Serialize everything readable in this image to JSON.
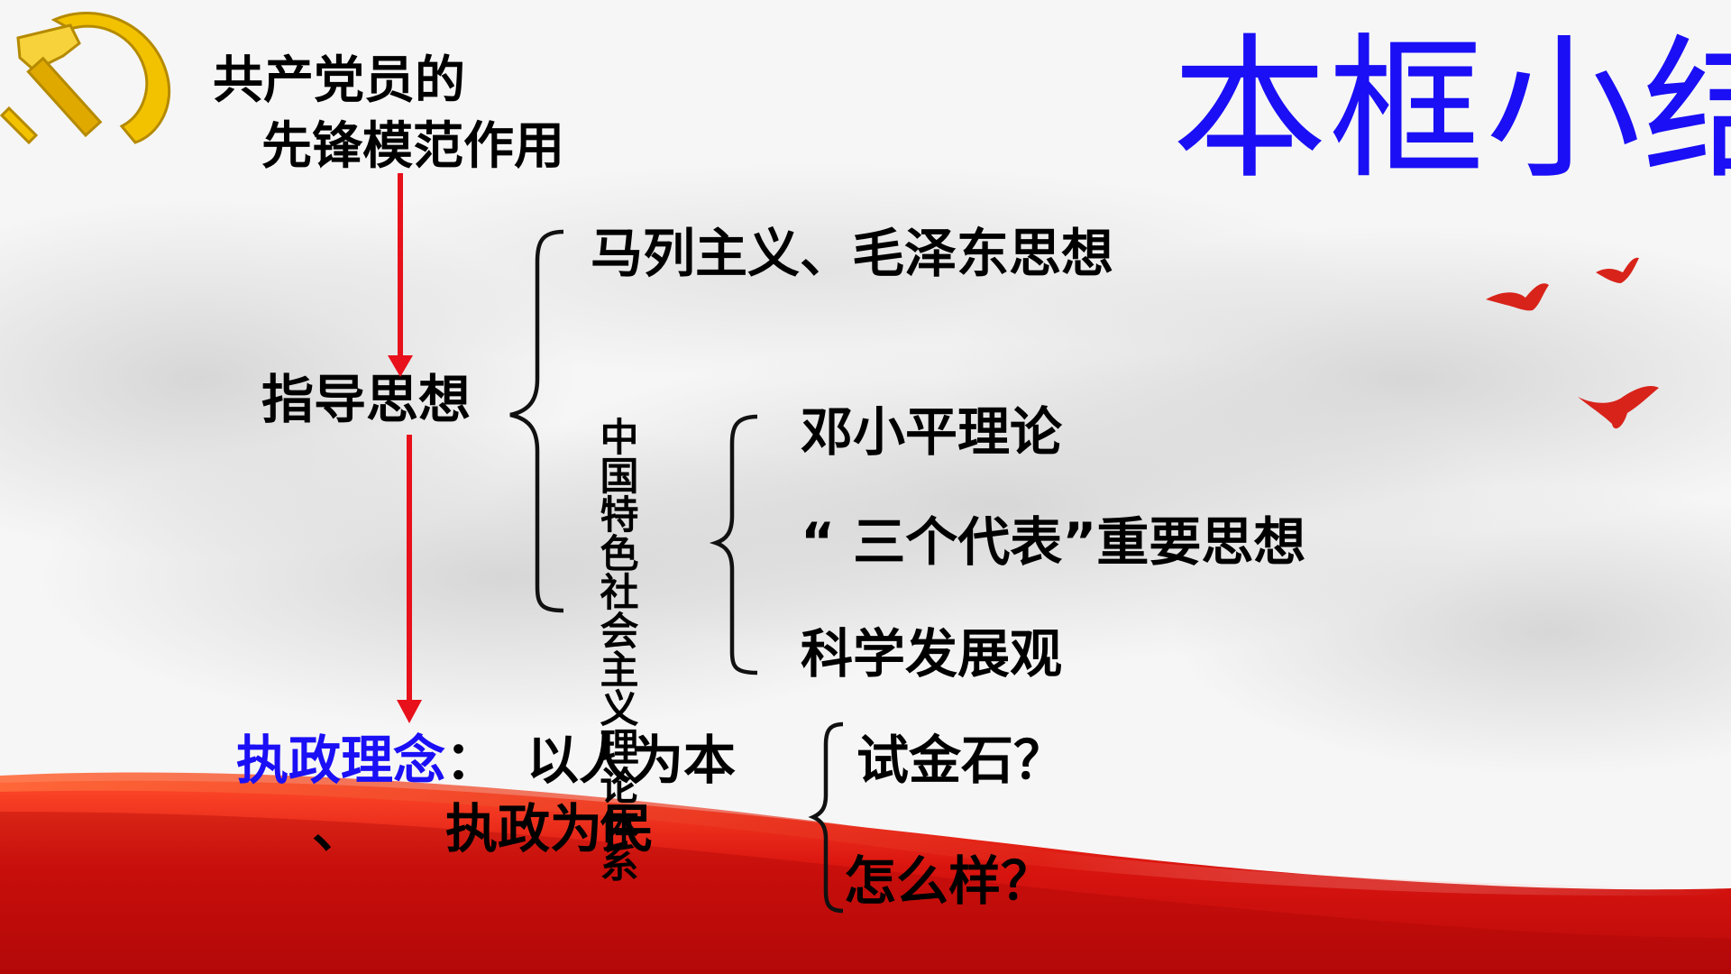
{
  "title": "本框小结",
  "root": {
    "line1": "共产党员的",
    "line2": "先锋模范作用"
  },
  "guiding": {
    "label": "指导思想",
    "item1": "马列主义、毛泽东思想",
    "system_line1": "中国特色社会",
    "system_line2": "主义理论体系",
    "sub1": "邓小平理论",
    "sub2": "“ 三个代表”重要思想",
    "sub3": "科学发展观"
  },
  "governance": {
    "label": "执政理念",
    "colon": "：",
    "value1": "以人为本",
    "sep": "、",
    "value2": "执政为民",
    "q1": "试金石？",
    "q2": "怎么样？"
  },
  "colors": {
    "title": "#1a0ff5",
    "arrow": "#e8101a",
    "label_blue": "#1a0ff5",
    "banner": "#d9140f",
    "emblem": "#f2c200"
  },
  "icons": [
    "party-emblem-icon",
    "dove-icon"
  ]
}
